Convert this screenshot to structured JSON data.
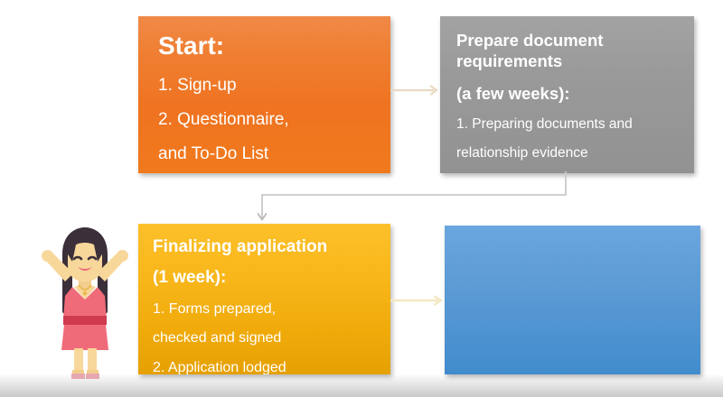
{
  "slide": {
    "type": "process-flow-diagram",
    "title_hint": "Visa application process flow"
  },
  "colors": {
    "start_box": "#ef7320",
    "prepare_box": "#989898",
    "final_box": "#f3ae0c",
    "blue_box": "#5d9bd5",
    "connector_tan": "#e8d9c3",
    "connector_cream": "#f3e8c2",
    "connector_gray": "#c9c9c9",
    "text": "#ffffff",
    "band": "#cfcfcf"
  },
  "boxes": {
    "start": {
      "name": "Start",
      "title": "Start:",
      "items": [
        "1. Sign-up",
        "2. Questionnaire,",
        "and To-Do List"
      ]
    },
    "prepare": {
      "name": "Prepare document requirements",
      "title_line1": "Prepare document",
      "title_line2": "requirements",
      "duration": "(a few weeks):",
      "items": [
        "1. Preparing documents and",
        "relationship evidence"
      ]
    },
    "finalizing": {
      "name": "Finalizing application",
      "title": "Finalizing application",
      "duration": "(1 week):",
      "items": [
        "1. Forms prepared,",
        "checked and signed",
        "2. Application lodged"
      ]
    },
    "blue": {
      "name": "Empty blue step",
      "text": ""
    }
  },
  "connectors": [
    {
      "id": "start-to-prepare",
      "from": "start",
      "to": "prepare",
      "style": "straight-arrow-right",
      "color": "#e8d9c3"
    },
    {
      "id": "prepare-to-finalizing",
      "from": "prepare",
      "to": "finalizing",
      "style": "elbow-down-left-arrow",
      "color": "#c9c9c9"
    },
    {
      "id": "finalizing-to-blue",
      "from": "finalizing",
      "to": "blue",
      "style": "straight-arrow-right",
      "color": "#f3e8c2"
    }
  ],
  "character": {
    "name": "celebrating-woman",
    "description": "Cartoon woman with arms raised in celebration",
    "hair_color": "#3b2f3a",
    "skin_color": "#f8d79b",
    "dress_color": "#ef6b7a",
    "sash_color": "#cf3a4e",
    "smile_color": "#e8677a"
  }
}
